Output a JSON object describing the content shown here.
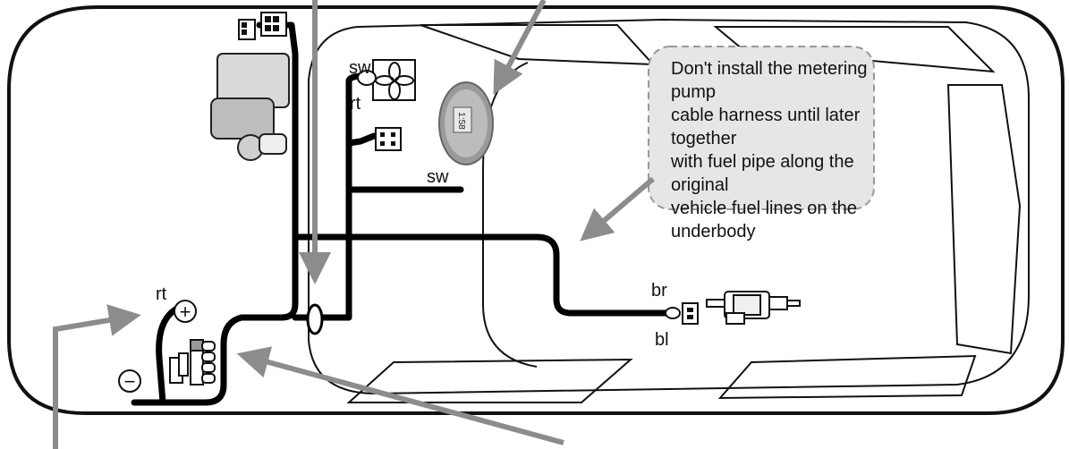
{
  "labels": {
    "sw_fan": "sw",
    "rt_fan": "rt",
    "sw_branch": "sw",
    "rt_battery": "rt",
    "br_pump": "br",
    "bl_pump": "bl"
  },
  "battery_terminals": {
    "plus": "+",
    "minus": "−"
  },
  "controller_display": "1:58",
  "note": {
    "lines": [
      "Don't install the metering pump",
      "cable harness until later together",
      "with fuel pipe along the original",
      "vehicle fuel lines on the",
      "underbody"
    ]
  },
  "colors": {
    "wire": "#000000",
    "arrow": "#8c8c8c",
    "callout_fill": "#e6e6e6",
    "callout_border": "#999999",
    "outline": "#111111"
  }
}
